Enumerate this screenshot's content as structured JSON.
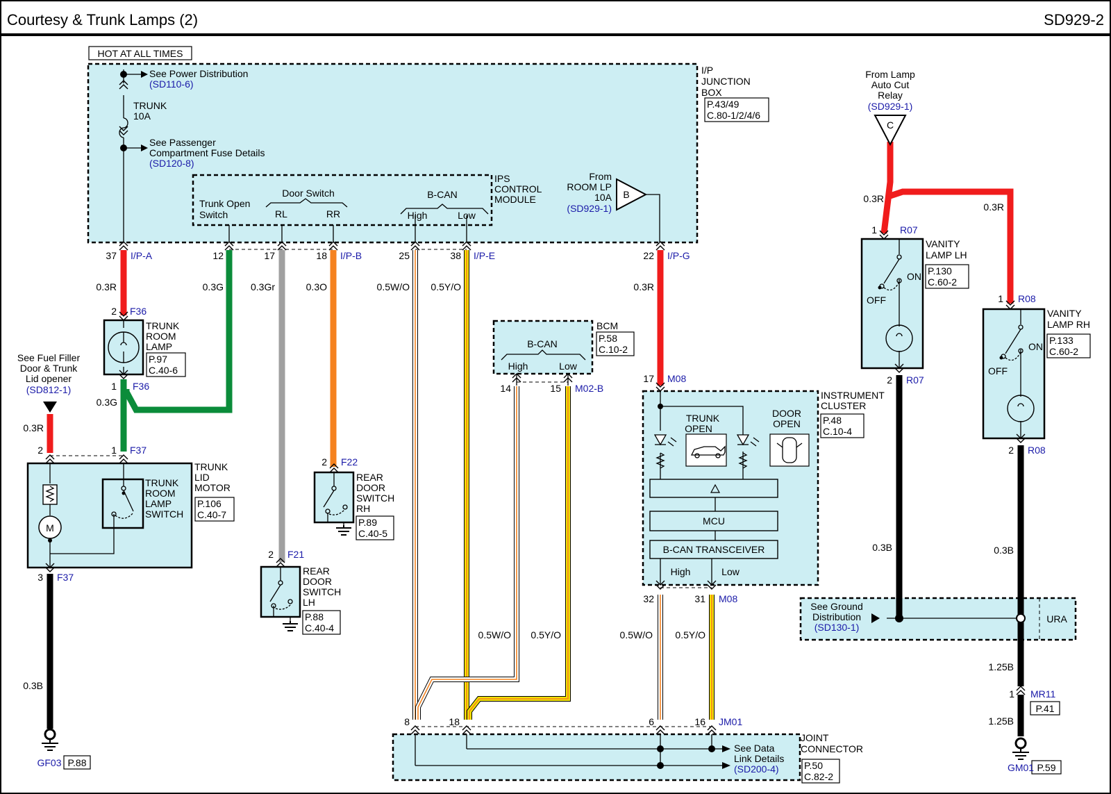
{
  "header": {
    "title": "Courtesy & Trunk Lamps (2)",
    "code": "SD929-2"
  },
  "colors": {
    "red": "#f01c1c",
    "green": "#0b8c3a",
    "gray": "#a0a0a0",
    "orange": "#f5821f",
    "yellow": "#f2e300",
    "black": "#000000",
    "box_fill": "#cdeef3",
    "link_blue": "#1a1aa8"
  },
  "labels": {
    "hot": "HOT AT ALL TIMES",
    "see_power": "See Power Distribution",
    "sd110": "(SD110-6)",
    "trunk_fuse": "TRUNK",
    "trunk_fuse_amp": "10A",
    "see_pass1": "See Passenger",
    "see_pass2": "Compartment Fuse Details",
    "sd120": "(SD120-8)",
    "ipjb1": "I/P",
    "ipjb2": "JUNCTION",
    "ipjb3": "BOX",
    "ipjb_ref1": "P.43/49",
    "ipjb_ref2": "C.80-1/2/4/6",
    "trunk_open1": "Trunk Open",
    "trunk_open2": "Switch",
    "door_switch": "Door Switch",
    "rl": "RL",
    "rr": "RR",
    "bcan": "B-CAN",
    "high": "High",
    "low": "Low",
    "ips1": "IPS",
    "ips2": "CONTROL",
    "ips3": "MODULE",
    "from": "From",
    "room_lp": "ROOM LP",
    "room_amp": "10A",
    "sd929_1": "(SD929-1)",
    "conn_b": "B",
    "conn_c": "C",
    "from_lamp1": "From Lamp",
    "from_lamp2": "Auto Cut",
    "from_lamp3": "Relay",
    "vanity_lh1": "VANITY",
    "vanity_lh2": "LAMP LH",
    "vanity_lh_ref1": "P.130",
    "vanity_lh_ref2": "C.60-2",
    "vanity_rh1": "VANITY",
    "vanity_rh2": "LAMP RH",
    "vanity_rh_ref1": "P.133",
    "vanity_rh_ref2": "C.60-2",
    "on": "ON",
    "off": "OFF",
    "trunk_room1": "TRUNK",
    "trunk_room2": "ROOM",
    "trunk_room3": "LAMP",
    "trunk_room_ref1": "P.97",
    "trunk_room_ref2": "C.40-6",
    "fuel1": "See Fuel Filler",
    "fuel2": "Door & Trunk",
    "fuel3": "Lid opener",
    "sd812": "(SD812-1)",
    "tlm1": "TRUNK",
    "tlm2": "LID",
    "tlm3": "MOTOR",
    "tlm_ref1": "P.106",
    "tlm_ref2": "C.40-7",
    "trls1": "TRUNK",
    "trls2": "ROOM",
    "trls3": "LAMP",
    "trls4": "SWITCH",
    "motor_m": "M",
    "rdrh1": "REAR",
    "rdrh2": "DOOR",
    "rdrh3": "SWITCH",
    "rdrh4": "RH",
    "rdrh_ref1": "P.89",
    "rdrh_ref2": "C.40-5",
    "rdlh1": "REAR",
    "rdlh2": "DOOR",
    "rdlh3": "SWITCH",
    "rdlh4": "LH",
    "rdlh_ref1": "P.88",
    "rdlh_ref2": "C.40-4",
    "bcm": "BCM",
    "bcm_ref1": "P.58",
    "bcm_ref2": "C.10-2",
    "ic1": "INSTRUMENT",
    "ic2": "CLUSTER",
    "ic_ref1": "P.48",
    "ic_ref2": "C.10-4",
    "trunk_open_ind1": "TRUNK",
    "trunk_open_ind2": "OPEN",
    "door_open1": "DOOR",
    "door_open2": "OPEN",
    "mcu": "MCU",
    "transceiver": "B-CAN TRANSCEIVER",
    "ground1": "See Ground",
    "ground2": "Distribution",
    "sd130": "(SD130-1)",
    "ura": "URA",
    "jc1": "JOINT",
    "jc2": "CONNECTOR",
    "jc_ref1": "P.50",
    "jc_ref2": "C.82-2",
    "data1": "See Data",
    "data2": "Link Details",
    "sd200": "(SD200-4)",
    "gf03": "GF03",
    "gf03_ref": "P.88",
    "gm01": "GM01",
    "gm01_ref": "P.59",
    "mr11": "MR11",
    "mr11_ref": "P.41"
  },
  "connectors": {
    "ipa": "I/P-A",
    "ipb": "I/P-B",
    "ipe": "I/P-E",
    "ipg": "I/P-G",
    "f36": "F36",
    "f37": "F37",
    "f22": "F22",
    "f21": "F21",
    "m08": "M08",
    "m02b": "M02-B",
    "r07": "R07",
    "r08": "R08",
    "jm01": "JM01"
  },
  "pins": {
    "p37": "37",
    "p12": "12",
    "p17": "17",
    "p18": "18",
    "p25": "25",
    "p38": "38",
    "p22": "22",
    "f36_top": "2",
    "f36_bot": "1",
    "f37_a": "2",
    "f37_b": "1",
    "f37_c": "3",
    "f22": "2",
    "f21": "2",
    "m02b_14": "14",
    "m02b_15": "15",
    "m08_17": "17",
    "m08_32": "32",
    "m08_31": "31",
    "r07_1": "1",
    "r07_2": "2",
    "r08_1": "1",
    "r08_2": "2",
    "jm01_8": "8",
    "jm01_18": "18",
    "jm01_6": "6",
    "jm01_16": "16",
    "mr11": "1"
  },
  "wires": {
    "w_3r": "0.3R",
    "w_3g": "0.3G",
    "w_3gr": "0.3Gr",
    "w_3o": "0.3O",
    "w_5wo": "0.5W/O",
    "w_5yo": "0.5Y/O",
    "w_3b": "0.3B",
    "w_125b": "1.25B"
  }
}
